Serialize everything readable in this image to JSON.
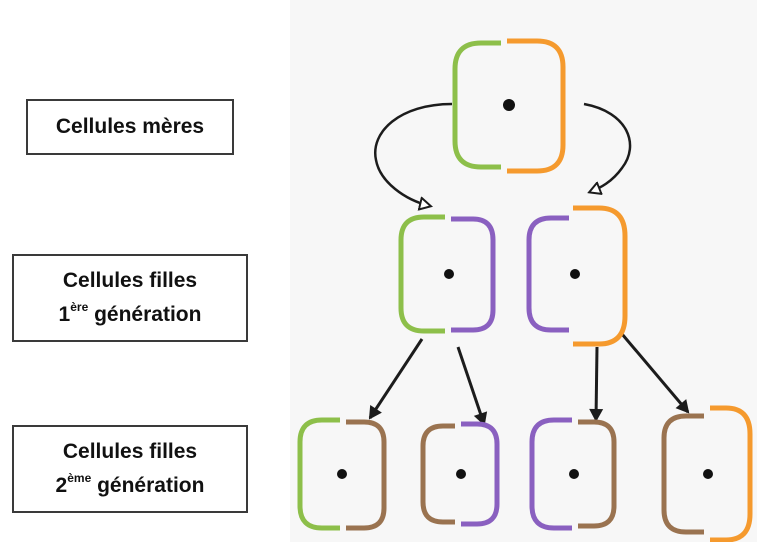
{
  "labels": {
    "mothers": {
      "text": "Cellules mères"
    },
    "gen1": {
      "line1": "Cellules filles",
      "num": "1",
      "sup": "ère",
      "rest": " génération"
    },
    "gen2": {
      "line1": "Cellules filles",
      "num": "2",
      "sup": "ème",
      "rest": " génération"
    }
  },
  "colors": {
    "green": "#8dbf4a",
    "orange": "#f59a2e",
    "purple": "#8a60c0",
    "brown": "#9a7350",
    "arrow": "#1c1c1c",
    "nucleus": "#111111"
  },
  "cells": [
    {
      "id": "mother",
      "generation": "mother",
      "left_half": "green",
      "right_half": "orange"
    },
    {
      "id": "gen1-a",
      "generation": "gen1",
      "left_half": "green",
      "right_half": "purple"
    },
    {
      "id": "gen1-b",
      "generation": "gen1",
      "left_half": "purple",
      "right_half": "orange"
    },
    {
      "id": "gen2-a",
      "generation": "gen2",
      "left_half": "green",
      "right_half": "brown"
    },
    {
      "id": "gen2-b",
      "generation": "gen2",
      "left_half": "brown",
      "right_half": "purple"
    },
    {
      "id": "gen2-c",
      "generation": "gen2",
      "left_half": "purple",
      "right_half": "brown"
    },
    {
      "id": "gen2-d",
      "generation": "gen2",
      "left_half": "brown",
      "right_half": "orange"
    }
  ]
}
